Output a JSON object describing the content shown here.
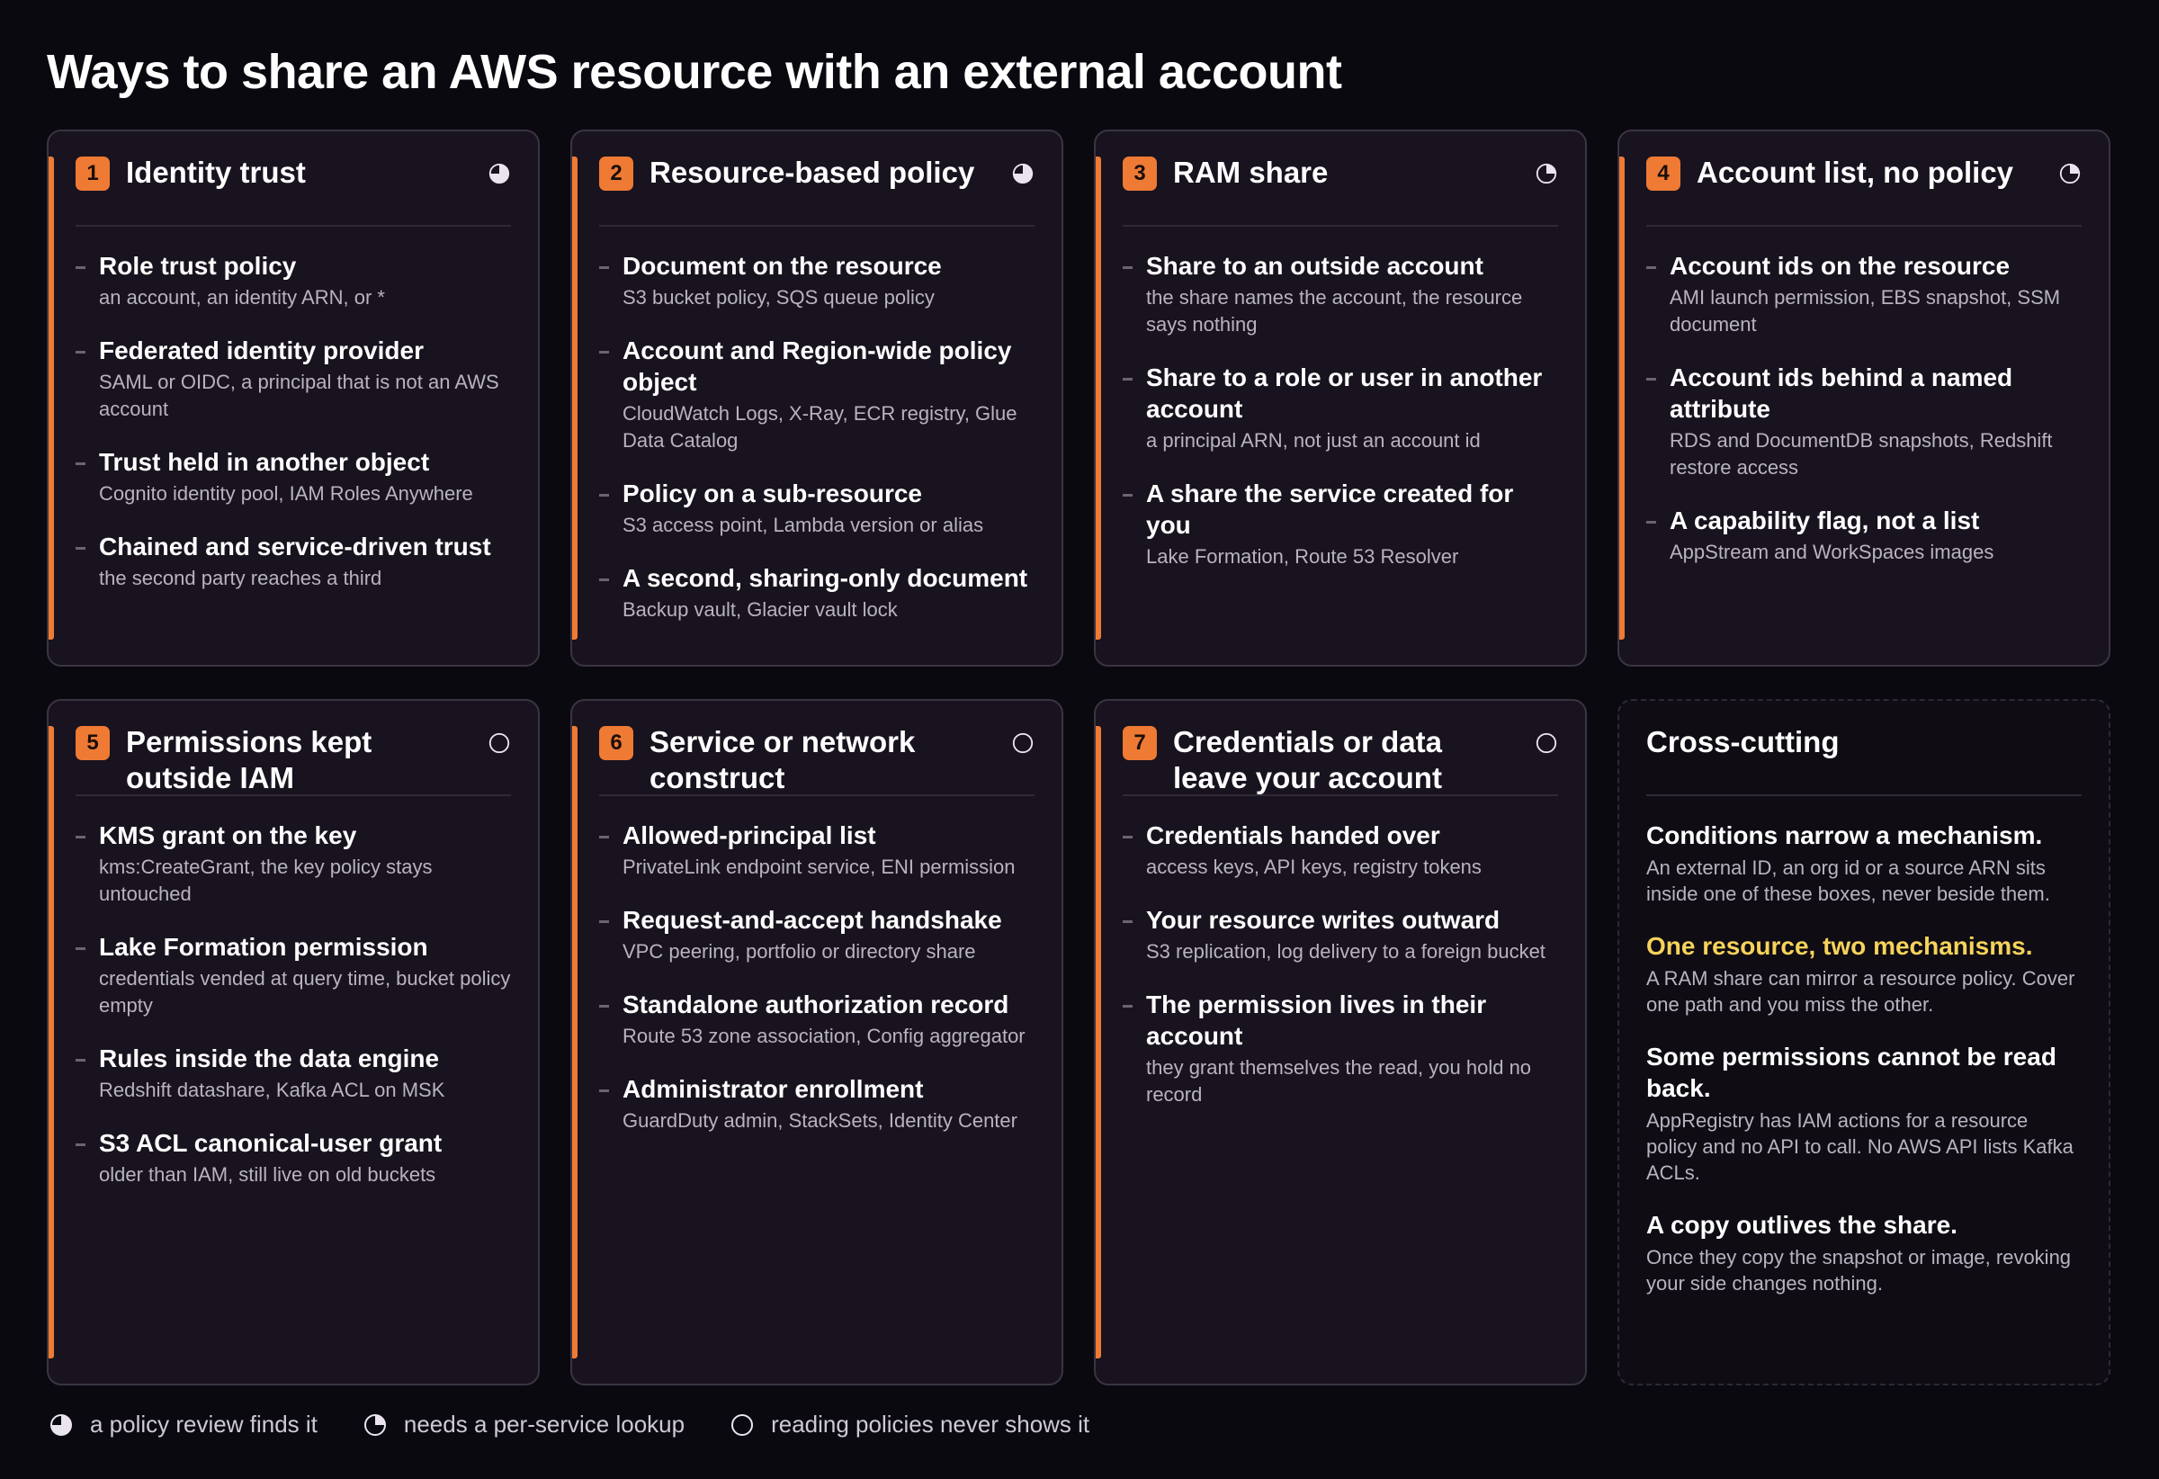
{
  "title": "Ways to share an AWS resource with an external account",
  "cards": [
    {
      "number": "1",
      "title": "Identity trust",
      "coverage": "policy-review",
      "items": [
        {
          "title": "Role trust policy",
          "sub": "an account, an identity ARN, or *"
        },
        {
          "title": "Federated identity provider",
          "sub": "SAML or OIDC, a principal that is not an AWS account"
        },
        {
          "title": "Trust held in another object",
          "sub": "Cognito identity pool, IAM Roles Anywhere"
        },
        {
          "title": "Chained and service-driven trust",
          "sub": "the second party reaches a third"
        }
      ]
    },
    {
      "number": "2",
      "title": "Resource-based policy",
      "coverage": "policy-review",
      "items": [
        {
          "title": "Document on the resource",
          "sub": "S3 bucket policy, SQS queue policy"
        },
        {
          "title": "Account and Region-wide policy object",
          "sub": "CloudWatch Logs, X-Ray, ECR registry, Glue Data Catalog"
        },
        {
          "title": "Policy on a sub-resource",
          "sub": "S3 access point, Lambda version or alias"
        },
        {
          "title": "A second, sharing-only document",
          "sub": "Backup vault, Glacier vault lock"
        }
      ]
    },
    {
      "number": "3",
      "title": "RAM share",
      "coverage": "per-service-lookup",
      "items": [
        {
          "title": "Share to an outside account",
          "sub": "the share names the account, the resource says nothing"
        },
        {
          "title": "Share to a role or user in another account",
          "sub": "a principal ARN, not just an account id"
        },
        {
          "title": "A share the service created for you",
          "sub": "Lake Formation, Route 53 Resolver"
        }
      ]
    },
    {
      "number": "4",
      "title": "Account list, no policy",
      "coverage": "per-service-lookup",
      "items": [
        {
          "title": "Account ids on the resource",
          "sub": "AMI launch permission, EBS snapshot, SSM document"
        },
        {
          "title": "Account ids behind a named attribute",
          "sub": "RDS and DocumentDB snapshots, Redshift restore access"
        },
        {
          "title": "A capability flag, not a list",
          "sub": "AppStream and WorkSpaces images"
        }
      ]
    },
    {
      "number": "5",
      "title": "Permissions kept outside IAM",
      "coverage": "never-shows",
      "items": [
        {
          "title": "KMS grant on the key",
          "sub": "kms:CreateGrant, the key policy stays untouched"
        },
        {
          "title": "Lake Formation permission",
          "sub": "credentials vended at query time, bucket policy empty"
        },
        {
          "title": "Rules inside the data engine",
          "sub": "Redshift datashare, Kafka ACL on MSK"
        },
        {
          "title": "S3 ACL canonical-user grant",
          "sub": "older than IAM, still live on old buckets"
        }
      ]
    },
    {
      "number": "6",
      "title": "Service or network construct",
      "coverage": "never-shows",
      "items": [
        {
          "title": "Allowed-principal list",
          "sub": "PrivateLink endpoint service, ENI permission"
        },
        {
          "title": "Request-and-accept handshake",
          "sub": "VPC peering, portfolio or directory share"
        },
        {
          "title": "Standalone authorization record",
          "sub": "Route 53 zone association, Config aggregator"
        },
        {
          "title": "Administrator enrollment",
          "sub": "GuardDuty admin, StackSets, Identity Center"
        }
      ]
    },
    {
      "number": "7",
      "title": "Credentials or data leave your account",
      "coverage": "never-shows",
      "items": [
        {
          "title": "Credentials handed over",
          "sub": "access keys, API keys, registry tokens"
        },
        {
          "title": "Your resource writes outward",
          "sub": "S3 replication, log delivery to a foreign bucket"
        },
        {
          "title": "The permission lives in their account",
          "sub": "they grant themselves the read, you hold no record"
        }
      ]
    }
  ],
  "cross_cutting": {
    "title": "Cross-cutting",
    "notes": [
      {
        "title": "Conditions narrow a mechanism.",
        "body": "An external ID, an org id or a source ARN sits inside one of these boxes, never beside them.",
        "accent": false
      },
      {
        "title": "One resource, two mechanisms.",
        "body": "A RAM share can mirror a resource policy. Cover one path and you miss the other.",
        "accent": true
      },
      {
        "title": "Some permissions cannot be read back.",
        "body": "AppRegistry has IAM actions for a resource policy and no API to call. No AWS API lists Kafka ACLs.",
        "accent": false
      },
      {
        "title": "A copy outlives the share.",
        "body": "Once they copy the snapshot or image, revoking your side changes nothing.",
        "accent": false
      }
    ]
  },
  "legend": [
    {
      "key": "policy-review",
      "label": "a policy review finds it"
    },
    {
      "key": "per-service-lookup",
      "label": "needs a per-service lookup"
    },
    {
      "key": "never-shows",
      "label": "reading policies never shows it"
    }
  ],
  "colors": {
    "accent": "#ef7a34",
    "highlight": "#f6d35a",
    "background": "#0b0910",
    "card": "#18131e"
  }
}
